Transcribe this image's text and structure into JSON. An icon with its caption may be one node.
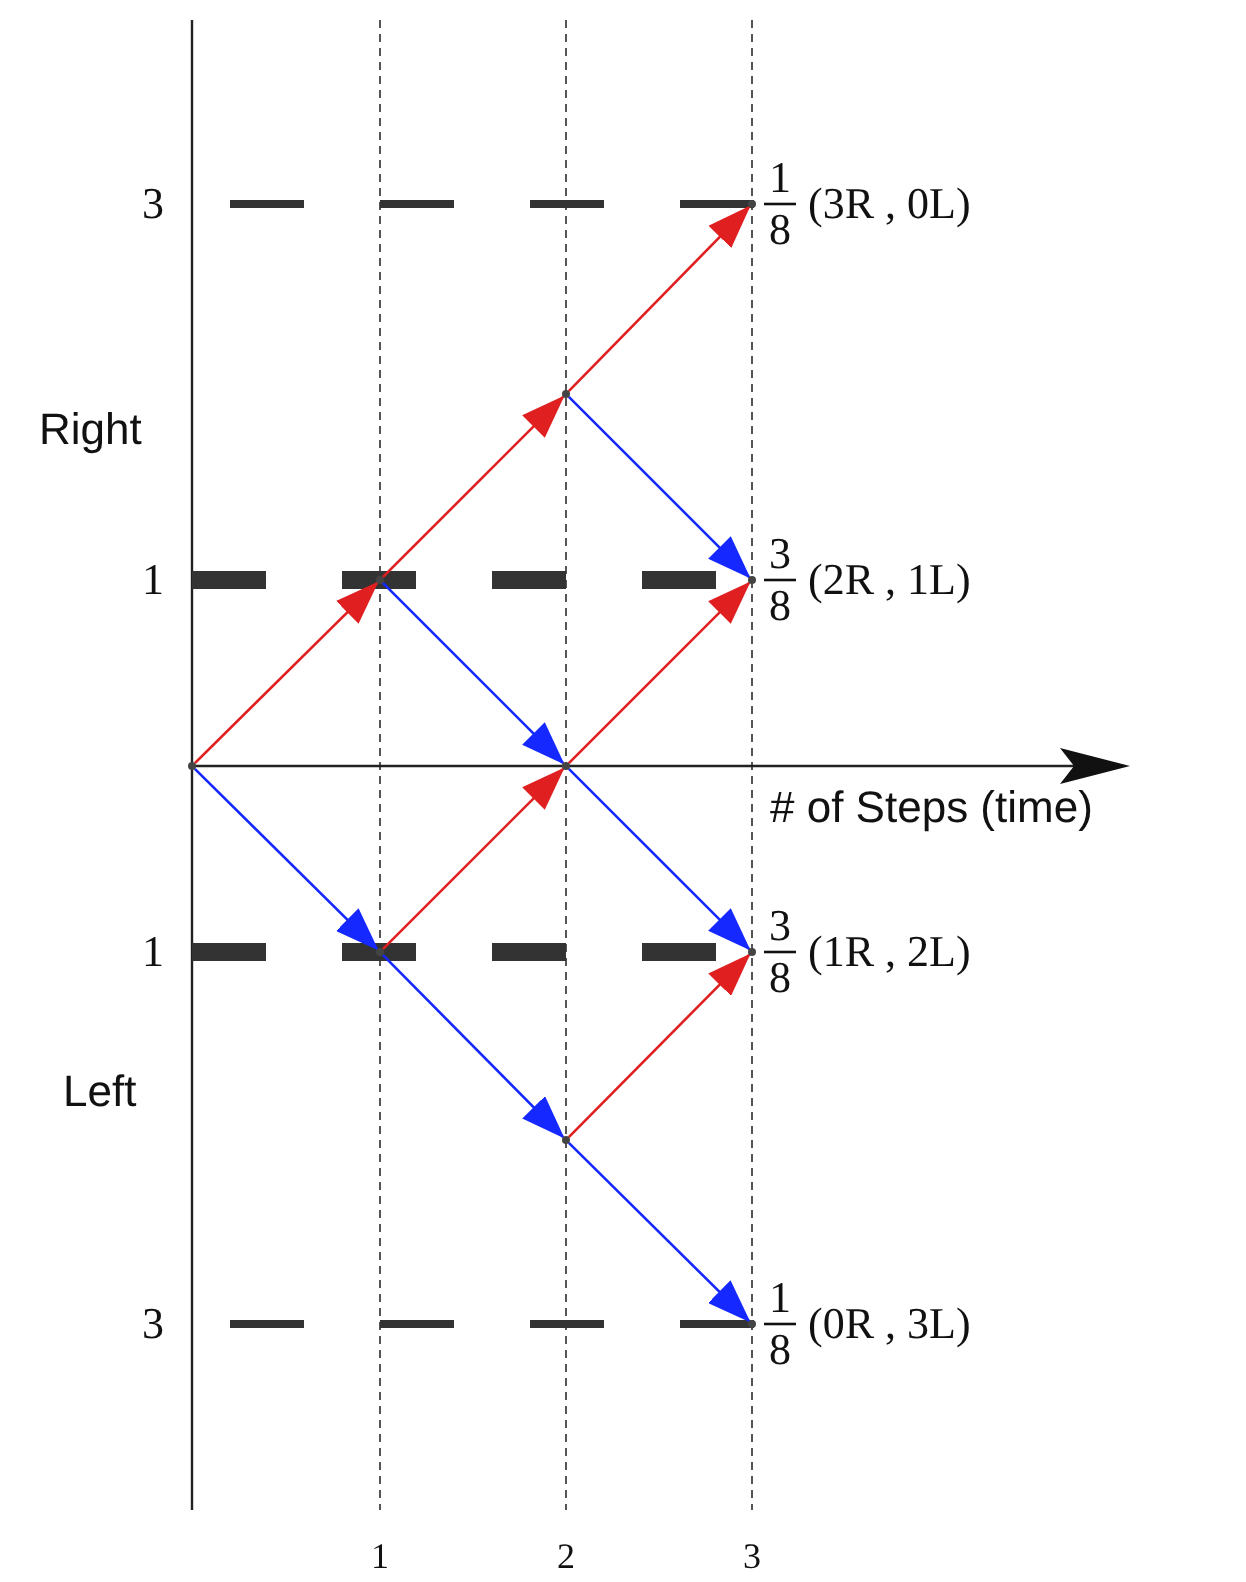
{
  "diagram": {
    "nodes": [
      {
        "text": [],
        "shape": "point"
      },
      {
        "text": [],
        "shape": "point"
      },
      {
        "text": [],
        "shape": "point"
      },
      {
        "text": [],
        "shape": "point"
      },
      {
        "text": [],
        "shape": "point"
      },
      {
        "text": [],
        "shape": "point"
      },
      {
        "text": [],
        "shape": "point",
        "beside": [
          "1",
          "8",
          "(3R , 0L)"
        ]
      },
      {
        "text": [],
        "shape": "point",
        "beside": [
          "3",
          "8",
          "(2R , 1L)"
        ]
      },
      {
        "text": [],
        "shape": "point",
        "beside": [
          "3",
          "8",
          "(1R , 2L)"
        ]
      },
      {
        "text": [],
        "shape": "point",
        "beside": [
          "1",
          "8",
          "(0R , 3L)"
        ]
      }
    ],
    "edges": [
      {
        "from": 0,
        "to": 1,
        "arrow": "to",
        "color": "#e02020"
      },
      {
        "from": 0,
        "to": 2,
        "arrow": "to",
        "color": "#1428ff"
      },
      {
        "from": 1,
        "to": 3,
        "arrow": "to",
        "color": "#e02020"
      },
      {
        "from": 1,
        "to": 4,
        "arrow": "to",
        "color": "#1428ff"
      },
      {
        "from": 2,
        "to": 4,
        "arrow": "to",
        "color": "#e02020"
      },
      {
        "from": 2,
        "to": 5,
        "arrow": "to",
        "color": "#1428ff"
      },
      {
        "from": 3,
        "to": 6,
        "arrow": "to",
        "color": "#e02020"
      },
      {
        "from": 3,
        "to": 7,
        "arrow": "to",
        "color": "#1428ff"
      },
      {
        "from": 4,
        "to": 7,
        "arrow": "to",
        "color": "#e02020"
      },
      {
        "from": 4,
        "to": 8,
        "arrow": "to",
        "color": "#1428ff"
      },
      {
        "from": 5,
        "to": 8,
        "arrow": "to",
        "color": "#e02020"
      },
      {
        "from": 5,
        "to": 9,
        "arrow": "to",
        "color": "#1428ff"
      }
    ],
    "labels": [
      "3",
      "Right",
      "1",
      "# of Steps (time)",
      "1",
      "Left",
      "3",
      "1",
      "2",
      "3"
    ]
  }
}
